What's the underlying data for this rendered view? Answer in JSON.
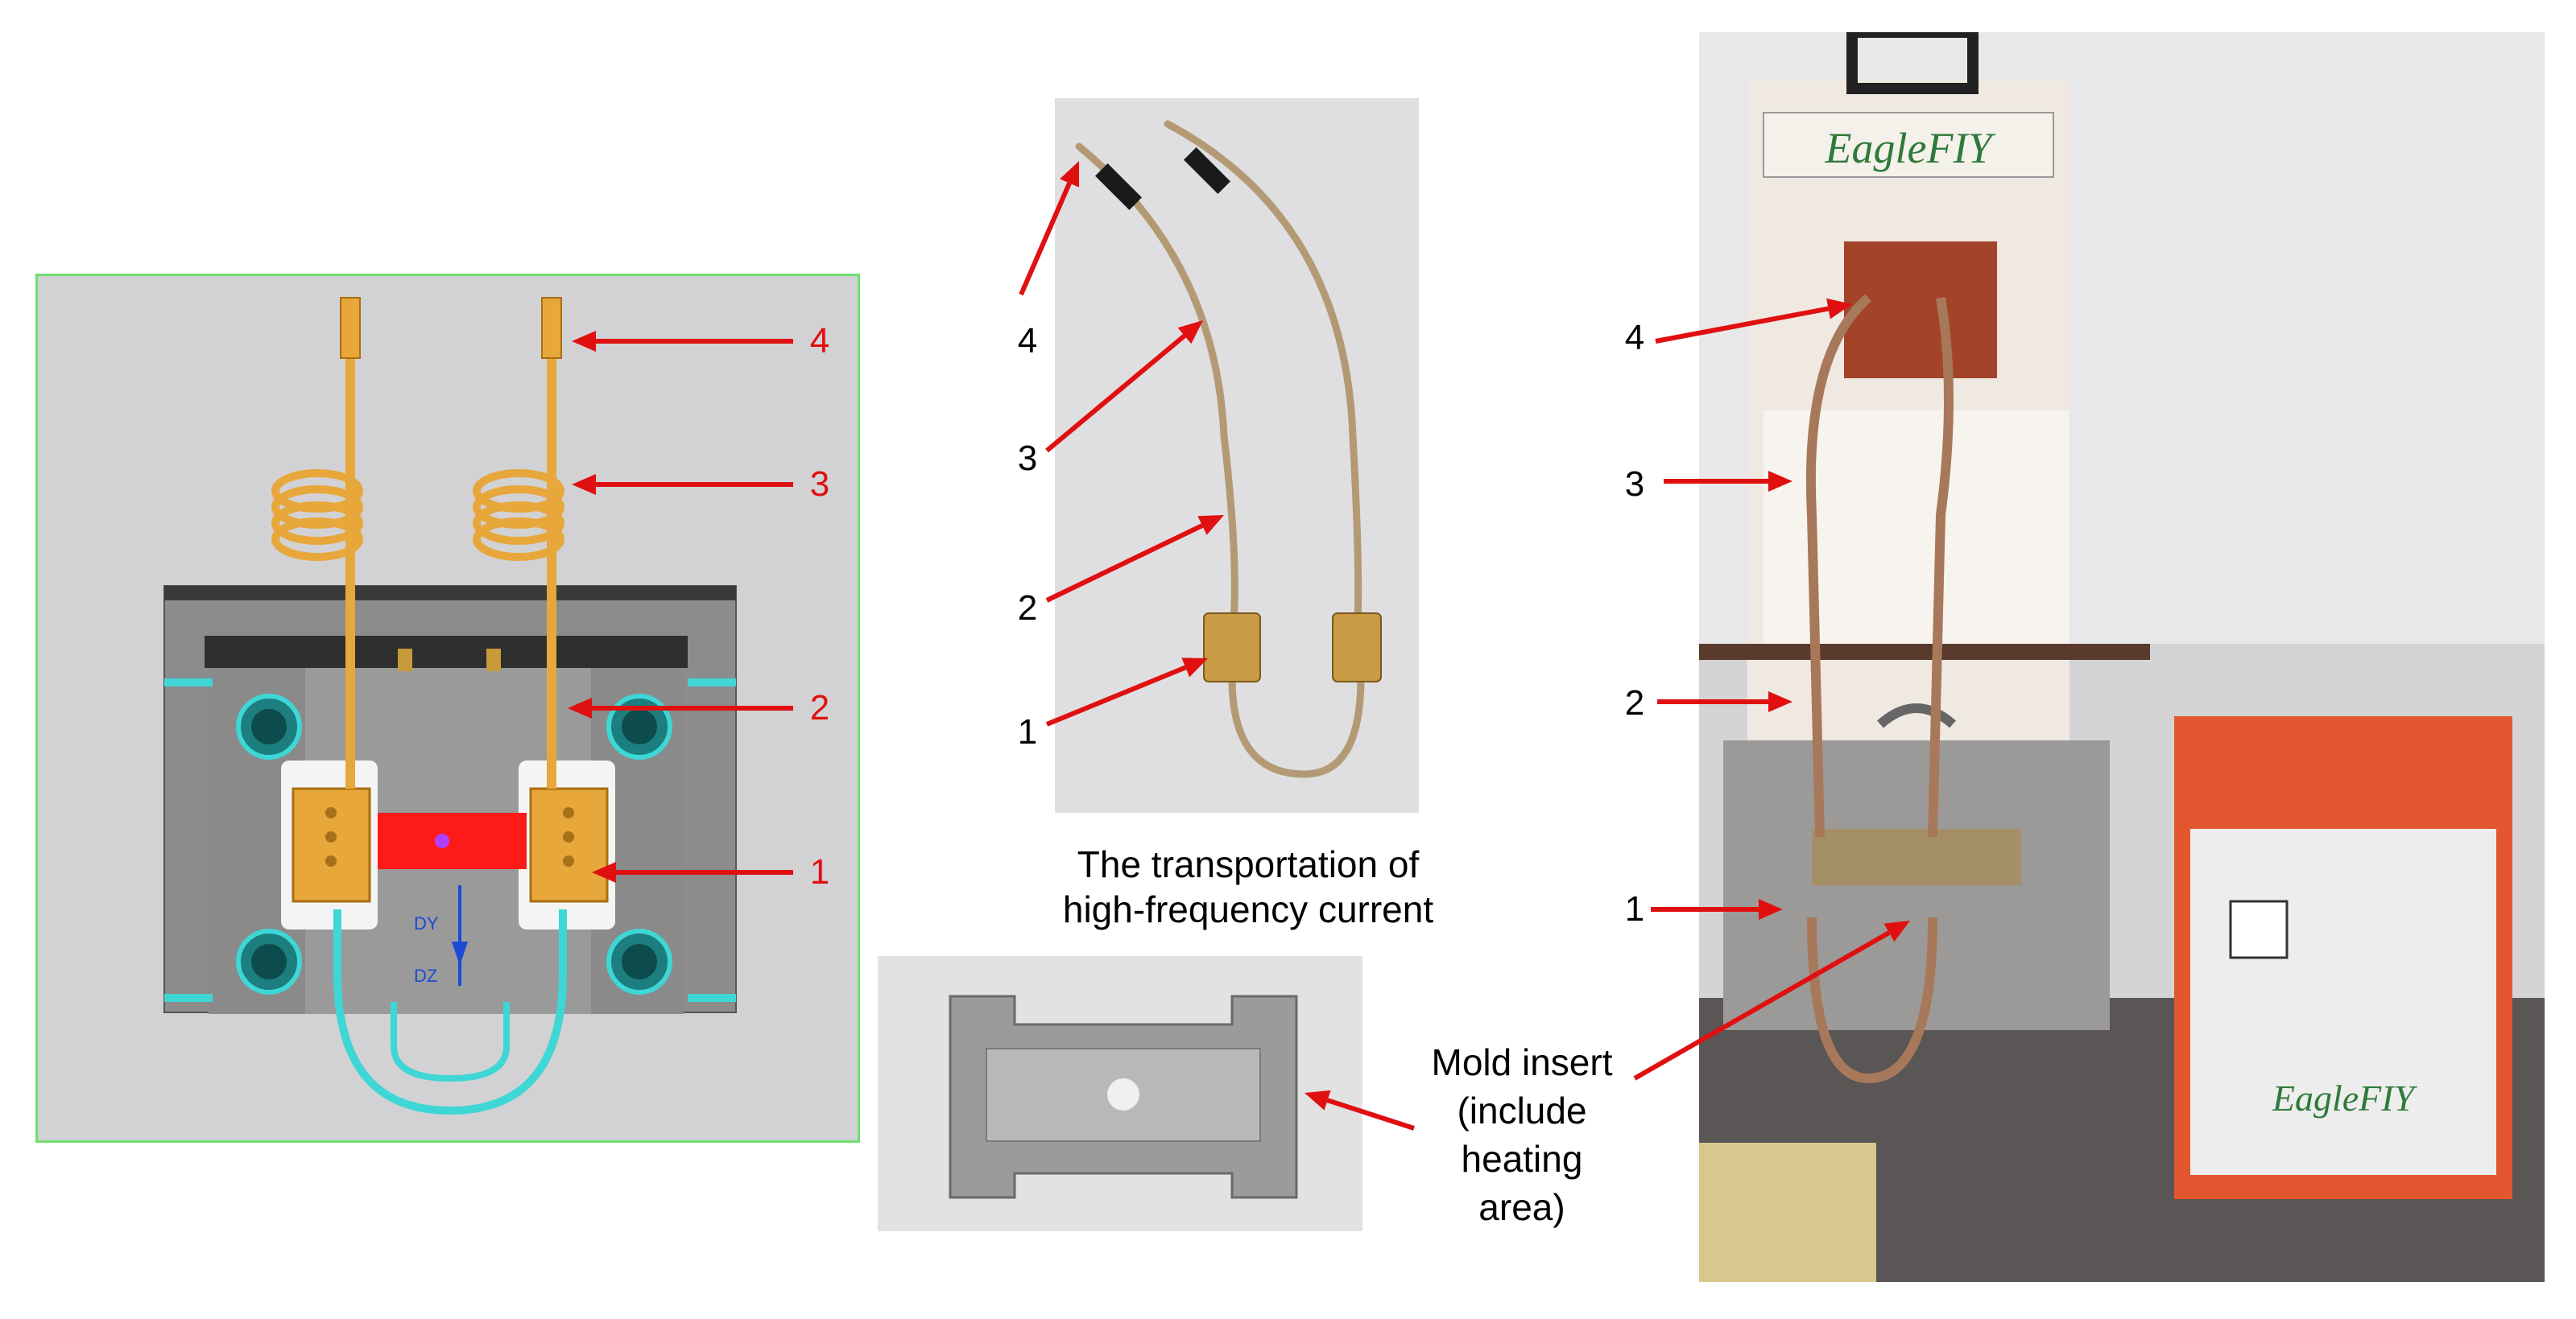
{
  "panels": {
    "cad_model": {
      "labels": {
        "n4": "4",
        "n3": "3",
        "n2": "2",
        "n1": "1"
      },
      "axis_labels": {
        "y": "DY",
        "z": "DZ"
      }
    },
    "cable_photo": {
      "labels": {
        "n4": "4",
        "n3": "3",
        "n2": "2",
        "n1": "1"
      }
    },
    "machine_photo": {
      "labels": {
        "n4": "4",
        "n3": "3",
        "n2": "2",
        "n1": "1"
      },
      "brand": "EagleFIY"
    }
  },
  "captions": {
    "cable": [
      "The transportation of",
      "high-frequency current"
    ],
    "insert": [
      "Mold insert",
      "(include",
      "heating",
      "area)"
    ]
  },
  "colors": {
    "arrow": "#e01010",
    "cad_frame": "#6ee06e",
    "copper": "#e8a73a",
    "coolant_tube": "#3fd6d6",
    "heating_zone": "#ff1a1a"
  }
}
